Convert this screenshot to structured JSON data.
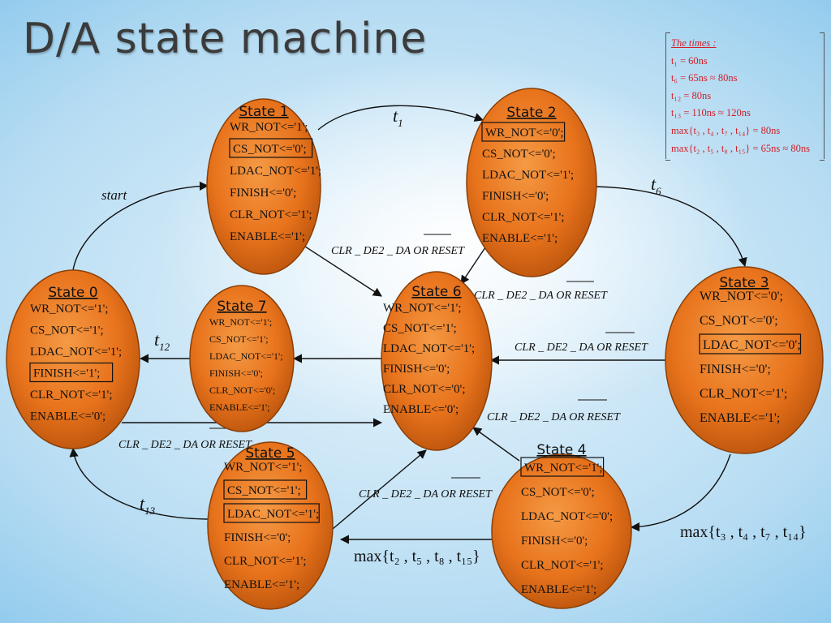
{
  "title": "D/A state machine",
  "times_box": {
    "title": "The times :",
    "lines": [
      "t₁ = 60ns",
      "t₆ = 65ns ≈ 80ns",
      "t₁₂ = 80ns",
      "t₁₃ = 110ns ≈ 120ns",
      "max{t₃ , t₄ , t₇ , t₁₄} = 80ns",
      "max{t₂ , t₅ , t₈ , t₁₅} = 65ns ≈ 80ns"
    ]
  },
  "colors": {
    "state_fill": "#e8731c",
    "state_stroke": "#8a3f07",
    "times_text": "#d0202a"
  },
  "states": [
    {
      "title": "State 0",
      "lines": [
        "WR_NOT<='1';",
        "CS_NOT<='1';",
        "LDAC_NOT<='1';",
        "FINISH<='1';",
        "CLR_NOT<='1';",
        "ENABLE<='0';"
      ],
      "boxed": [
        3
      ]
    },
    {
      "title": "State 1",
      "lines": [
        "WR_NOT<='1';",
        "CS_NOT<='0';",
        "LDAC_NOT<='1';",
        "FINISH<='0';",
        "CLR_NOT<='1';",
        "ENABLE<='1';"
      ],
      "boxed": [
        1
      ]
    },
    {
      "title": "State 2",
      "lines": [
        "WR_NOT<='0';",
        "CS_NOT<='0';",
        "LDAC_NOT<='1';",
        "FINISH<='0';",
        "CLR_NOT<='1';",
        "ENABLE<='1';"
      ],
      "boxed": [
        0
      ]
    },
    {
      "title": "State 3",
      "lines": [
        "WR_NOT<='0';",
        "CS_NOT<='0';",
        "LDAC_NOT<='0';",
        "FINISH<='0';",
        "CLR_NOT<='1';",
        "ENABLE<='1';"
      ],
      "boxed": [
        2
      ]
    },
    {
      "title": "State 4",
      "lines": [
        "WR_NOT<='1';",
        "CS_NOT<='0';",
        "LDAC_NOT<='0';",
        "FINISH<='0';",
        "CLR_NOT<='1';",
        "ENABLE<='1';"
      ],
      "boxed": [
        0
      ]
    },
    {
      "title": "State 5",
      "lines": [
        "WR_NOT<='1';",
        "CS_NOT<='1';",
        "LDAC_NOT<='1';",
        "FINISH<='0';",
        "CLR_NOT<='1';",
        "ENABLE<='1';"
      ],
      "boxed": [
        1,
        2
      ]
    },
    {
      "title": "State 6",
      "lines": [
        "WR_NOT<='1';",
        "CS_NOT<='1';",
        "LDAC_NOT<='1';",
        "FINISH<='0';",
        "CLR_NOT<='0';",
        "ENABLE<='0';"
      ],
      "boxed": []
    },
    {
      "title": "State 7",
      "lines": [
        "WR_NOT<='1';",
        "CS_NOT<='1';",
        "LDAC_NOT<='1';",
        "FINISH<='0';",
        "CLR_NOT<='0';",
        "ENABLE<='1';"
      ],
      "boxed": []
    }
  ],
  "labels": {
    "start": "start",
    "clr": "CLR _ DE2 _ DA OR RESET",
    "t1": {
      "base": "t",
      "sub": "1"
    },
    "t6": {
      "base": "t",
      "sub": "6"
    },
    "t12": {
      "base": "t",
      "sub": "12"
    },
    "t13": {
      "base": "t",
      "sub": "13"
    },
    "max_a": "max{t₃ , t₄ , t₇ , t₁₄}",
    "max_b": "max{t₂ , t₅ , t₈ , t₁₅}"
  }
}
